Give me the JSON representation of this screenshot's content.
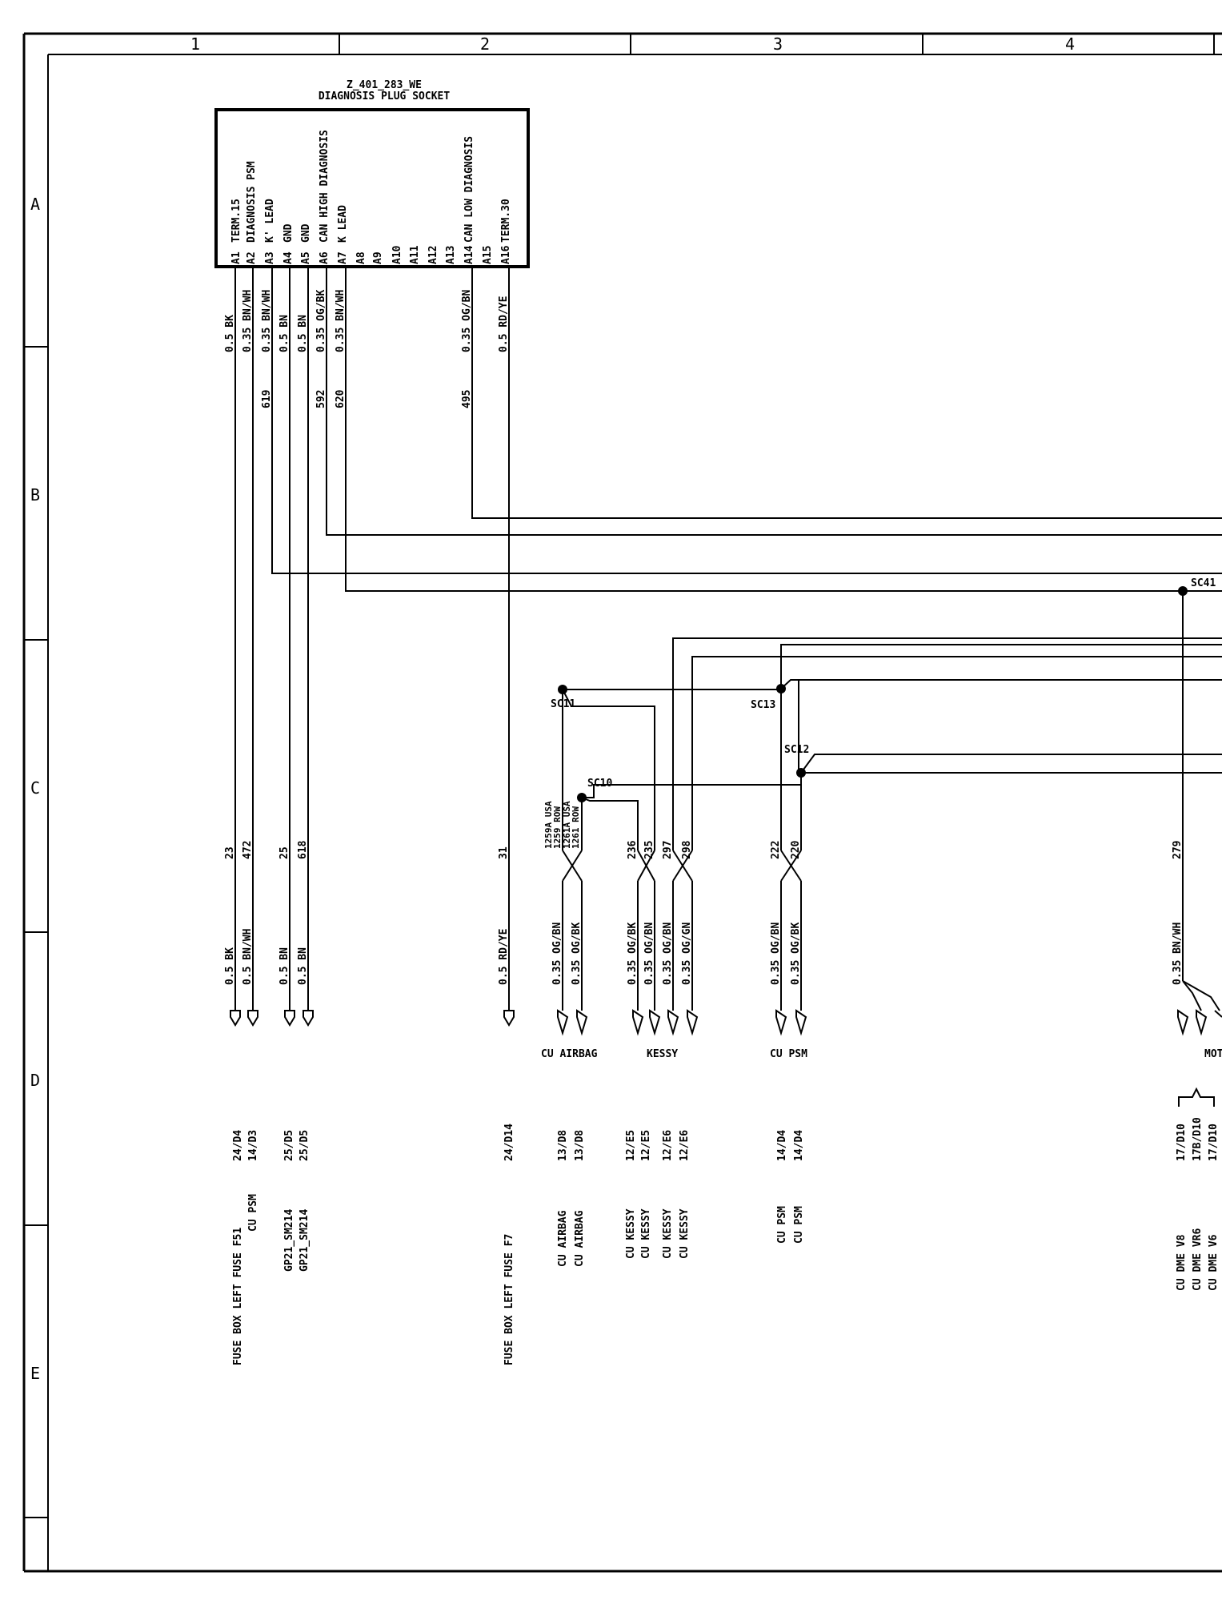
{
  "frame": {
    "columns": [
      "1",
      "2",
      "3",
      "4"
    ],
    "rows": [
      "A",
      "B",
      "C",
      "D",
      "E"
    ]
  },
  "connector": {
    "part_number": "Z_401_283_WE",
    "name": "DIAGNOSIS PLUG SOCKET",
    "pins": [
      {
        "pin": "A1",
        "label": "TERM.15"
      },
      {
        "pin": "A2",
        "label": "DIAGNOSIS PSM"
      },
      {
        "pin": "A3",
        "label": "K' LEAD"
      },
      {
        "pin": "A4",
        "label": "GND"
      },
      {
        "pin": "A5",
        "label": "GND"
      },
      {
        "pin": "A6",
        "label": "CAN HIGH DIAGNOSIS"
      },
      {
        "pin": "A7",
        "label": "K LEAD"
      },
      {
        "pin": "A8",
        "label": ""
      },
      {
        "pin": "A9",
        "label": ""
      },
      {
        "pin": "A10",
        "label": ""
      },
      {
        "pin": "A11",
        "label": ""
      },
      {
        "pin": "A12",
        "label": ""
      },
      {
        "pin": "A13",
        "label": ""
      },
      {
        "pin": "A14",
        "label": "CAN LOW DIAGNOSIS"
      },
      {
        "pin": "A15",
        "label": ""
      },
      {
        "pin": "A16",
        "label": "TERM.30"
      }
    ],
    "wires": [
      "0.5 BK",
      "0.35 BN/WH",
      "0.35 BN/WH",
      "0.5 BN",
      "0.5 BN",
      "0.35 OG/BK",
      "0.35 BN/WH",
      "0.35 OG/BN",
      "0.5 RD/YE"
    ],
    "circuit_numbers": [
      "619",
      "592",
      "620",
      "495"
    ]
  },
  "splices": [
    "SC10",
    "SC11",
    "SC12",
    "SC13",
    "SC41"
  ],
  "lower_wires": {
    "circuit_numbers": [
      "23",
      "472",
      "25",
      "618",
      "31",
      "1259A USA",
      "1259 ROW",
      "1261A USA",
      "1261 ROW",
      "236",
      "235",
      "297",
      "298",
      "222",
      "220",
      "279"
    ],
    "colors": [
      "0.5 BK",
      "0.5 BN/WH",
      "0.5 BN",
      "0.5 BN",
      "0.5 RD/YE",
      "0.35 OG/BN",
      "0.35 OG/BK",
      "0.35 OG/BK",
      "0.35 OG/BN",
      "0.35 OG/BN",
      "0.35 OG/GN",
      "0.35 OG/BN",
      "0.35 OG/BK",
      "0.35 BN/WH"
    ]
  },
  "groups": [
    "CU AIRBAG",
    "KESSY",
    "CU PSM",
    "MOT"
  ],
  "refs": [
    "24/D4",
    "14/D3",
    "25/D5",
    "25/D5",
    "24/D14",
    "13/D8",
    "13/D8",
    "12/E5",
    "12/E5",
    "12/E6",
    "12/E6",
    "14/D4",
    "14/D4",
    "17/D10",
    "17B/D10",
    "17/D10"
  ],
  "destinations": [
    "FUSE BOX LEFT FUSE F51",
    "CU PSM",
    "GP21_SM214",
    "GP21_SM214",
    "FUSE BOX LEFT FUSE F7",
    "CU AIRBAG",
    "CU AIRBAG",
    "CU KESSY",
    "CU KESSY",
    "CU KESSY",
    "CU KESSY",
    "CU PSM",
    "CU PSM",
    "CU DME V8",
    "CU DME VR6",
    "CU DME V6"
  ]
}
